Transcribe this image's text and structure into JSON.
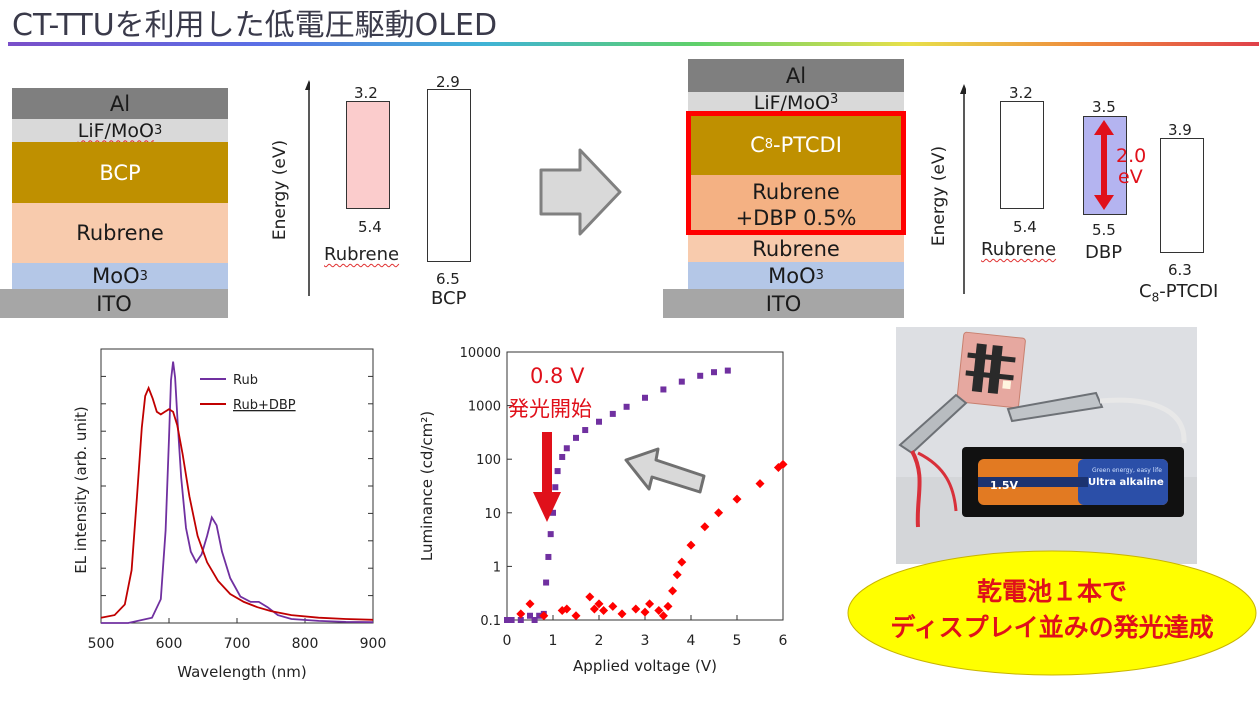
{
  "title": "CT-TTUを利用した低電圧駆動OLED",
  "left_stack": {
    "al": "Al",
    "lif": "LiF/MoO",
    "lif_sub": "3",
    "bcp": "BCP",
    "rubrene": "Rubrene",
    "moo": "MoO",
    "moo_sub": "3",
    "ito": "ITO"
  },
  "left_energy": {
    "ylabel": "Energy (eV)",
    "rub_lumo": "3.2",
    "rub_homo": "5.4",
    "rub_name": "Rubrene",
    "bcp_lumo": "2.9",
    "bcp_homo": "6.5",
    "bcp_name": "BCP"
  },
  "right_stack": {
    "al": "Al",
    "lif": "LiF/MoO",
    "lif_sub": "3",
    "c8_pre": "C",
    "c8_sub": "8",
    "c8_post": "-PTCDI",
    "dbp_line1": "Rubrene",
    "dbp_line2": "+DBP 0.5%",
    "rubrene": "Rubrene",
    "moo": "MoO",
    "moo_sub": "3",
    "ito": "ITO"
  },
  "right_energy": {
    "ylabel": "Energy (eV)",
    "rub_lumo": "3.2",
    "rub_homo": "5.4",
    "rub_name": "Rubrene",
    "dbp_lumo": "3.5",
    "dbp_homo": "5.5",
    "dbp_name": "DBP",
    "gap_value": "2.0",
    "gap_unit": "eV",
    "c8_lumo": "3.9",
    "c8_homo": "6.3",
    "c8_pre": "C",
    "c8_sub": "8",
    "c8_post": "-PTCDI"
  },
  "colors": {
    "al": "#7f7f7f",
    "lif": "#d9d9d9",
    "c8ptcdi": "#bf9000",
    "rubrene": "#f8cbad",
    "dbp_layer": "#f4b183",
    "moo3": "#b4c7e7",
    "ito": "#a6a6a6",
    "highlight": "#ff0000",
    "rub_series": "#7030a0",
    "dbp_series": "#c00000",
    "lum_rub": "#7030a0",
    "lum_dbp": "#ff0000",
    "callout_bg": "#ffff00"
  },
  "chart_data": [
    {
      "type": "line",
      "xlabel": "Wavelength (nm)",
      "ylabel": "EL intensity (arb. unit)",
      "xlim": [
        500,
        900
      ],
      "x_ticks": [
        500,
        600,
        700,
        800,
        900
      ],
      "legend": "top-right",
      "series": [
        {
          "name": "Rub",
          "color": "#7030a0",
          "points": [
            [
              500,
              0.0
            ],
            [
              540,
              0.0
            ],
            [
              575,
              0.02
            ],
            [
              588,
              0.09
            ],
            [
              595,
              0.35
            ],
            [
              600,
              0.7
            ],
            [
              603,
              0.92
            ],
            [
              606,
              0.99
            ],
            [
              609,
              0.93
            ],
            [
              613,
              0.75
            ],
            [
              618,
              0.55
            ],
            [
              625,
              0.36
            ],
            [
              632,
              0.27
            ],
            [
              640,
              0.23
            ],
            [
              648,
              0.26
            ],
            [
              656,
              0.33
            ],
            [
              663,
              0.4
            ],
            [
              670,
              0.37
            ],
            [
              678,
              0.27
            ],
            [
              690,
              0.17
            ],
            [
              705,
              0.1
            ],
            [
              720,
              0.08
            ],
            [
              732,
              0.08
            ],
            [
              745,
              0.06
            ],
            [
              760,
              0.03
            ],
            [
              780,
              0.015
            ],
            [
              820,
              0.008
            ],
            [
              860,
              0.004
            ],
            [
              900,
              0.003
            ]
          ]
        },
        {
          "name": "Rub+DBP",
          "color": "#c00000",
          "points": [
            [
              500,
              0.02
            ],
            [
              520,
              0.03
            ],
            [
              535,
              0.07
            ],
            [
              545,
              0.2
            ],
            [
              553,
              0.48
            ],
            [
              560,
              0.74
            ],
            [
              565,
              0.86
            ],
            [
              570,
              0.89
            ],
            [
              576,
              0.85
            ],
            [
              582,
              0.8
            ],
            [
              588,
              0.79
            ],
            [
              594,
              0.8
            ],
            [
              600,
              0.81
            ],
            [
              606,
              0.8
            ],
            [
              612,
              0.75
            ],
            [
              620,
              0.64
            ],
            [
              630,
              0.48
            ],
            [
              642,
              0.33
            ],
            [
              656,
              0.23
            ],
            [
              672,
              0.16
            ],
            [
              690,
              0.11
            ],
            [
              710,
              0.08
            ],
            [
              730,
              0.06
            ],
            [
              750,
              0.045
            ],
            [
              780,
              0.03
            ],
            [
              820,
              0.02
            ],
            [
              860,
              0.015
            ],
            [
              900,
              0.012
            ]
          ]
        }
      ]
    },
    {
      "type": "scatter",
      "xlabel": "Applied voltage (V)",
      "ylabel": "Luminance (cd/cm²)",
      "xlim": [
        0,
        6
      ],
      "ylim": [
        0.1,
        10000
      ],
      "y_scale": "log",
      "x_ticks": [
        "0",
        "1",
        "2",
        "3",
        "4",
        "5",
        "6"
      ],
      "y_ticks": [
        "0.1",
        "1",
        "10",
        "100",
        "1000",
        "10000"
      ],
      "series": [
        {
          "name": "Rub+DBP",
          "color": "#7030a0",
          "marker": "square",
          "points": [
            [
              0.0,
              0.1
            ],
            [
              0.1,
              0.1
            ],
            [
              0.3,
              0.1
            ],
            [
              0.5,
              0.12
            ],
            [
              0.6,
              0.1
            ],
            [
              0.7,
              0.12
            ],
            [
              0.8,
              0.13
            ],
            [
              0.85,
              0.5
            ],
            [
              0.9,
              1.5
            ],
            [
              0.95,
              4.0
            ],
            [
              1.0,
              10.0
            ],
            [
              1.05,
              30.0
            ],
            [
              1.1,
              60.0
            ],
            [
              1.2,
              110.0
            ],
            [
              1.3,
              160.0
            ],
            [
              1.5,
              250.0
            ],
            [
              1.7,
              350.0
            ],
            [
              2.0,
              500.0
            ],
            [
              2.3,
              700.0
            ],
            [
              2.6,
              950.0
            ],
            [
              3.0,
              1400.0
            ],
            [
              3.4,
              2000.0
            ],
            [
              3.8,
              2800.0
            ],
            [
              4.2,
              3600.0
            ],
            [
              4.5,
              4200.0
            ],
            [
              4.8,
              4500.0
            ]
          ]
        },
        {
          "name": "Rub",
          "color": "#ff0000",
          "marker": "diamond",
          "points": [
            [
              0.3,
              0.13
            ],
            [
              0.5,
              0.2
            ],
            [
              0.8,
              0.12
            ],
            [
              1.2,
              0.15
            ],
            [
              1.3,
              0.16
            ],
            [
              1.5,
              0.12
            ],
            [
              1.8,
              0.27
            ],
            [
              1.9,
              0.16
            ],
            [
              2.0,
              0.2
            ],
            [
              2.1,
              0.15
            ],
            [
              2.3,
              0.18
            ],
            [
              2.5,
              0.13
            ],
            [
              2.8,
              0.16
            ],
            [
              3.0,
              0.14
            ],
            [
              3.1,
              0.2
            ],
            [
              3.3,
              0.15
            ],
            [
              3.4,
              0.12
            ],
            [
              3.5,
              0.18
            ],
            [
              3.6,
              0.35
            ],
            [
              3.7,
              0.7
            ],
            [
              3.8,
              1.2
            ],
            [
              4.0,
              2.5
            ],
            [
              4.3,
              5.5
            ],
            [
              4.6,
              10.0
            ],
            [
              5.0,
              18.0
            ],
            [
              5.5,
              35.0
            ],
            [
              5.9,
              70.0
            ],
            [
              6.0,
              80.0
            ]
          ]
        }
      ]
    }
  ],
  "el_legend": {
    "rub": "Rub",
    "dbp": "Rub+DBP"
  },
  "lum_annotation": {
    "voltage": "0.8 V",
    "onset": "発光開始"
  },
  "callout": {
    "line1": "乾電池１本で",
    "line2": "ディスプレイ並みの発光達成"
  },
  "battery": {
    "brand": "Ultra alkaline",
    "voltage": "1.5V",
    "slogan": "Green energy, easy life"
  }
}
